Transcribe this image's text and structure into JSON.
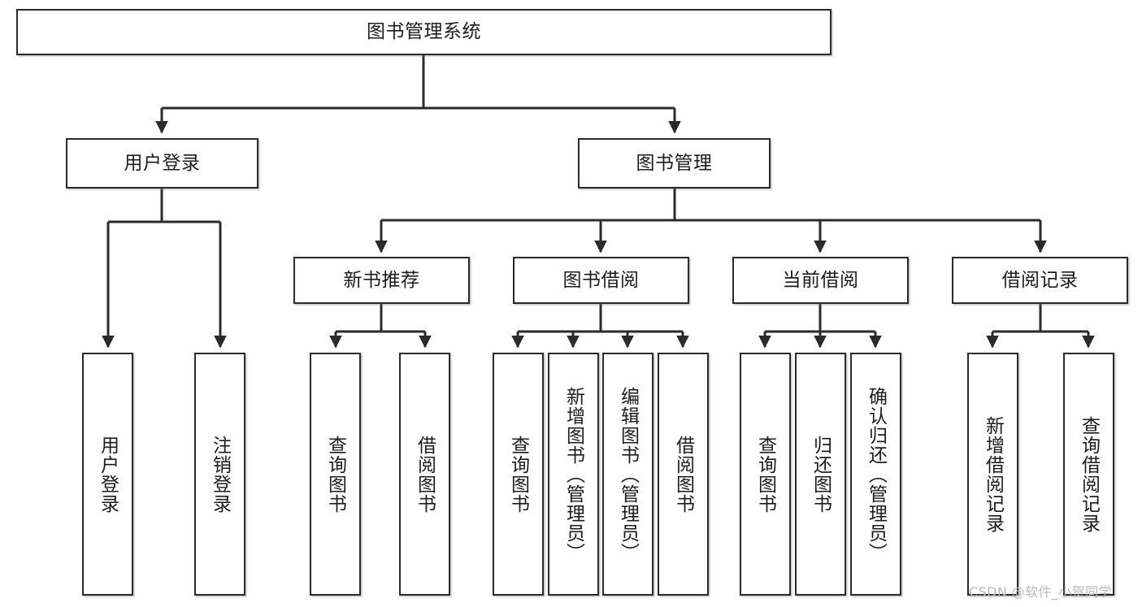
{
  "diagram": {
    "type": "tree-hierarchy",
    "title": "图书管理系统",
    "watermark": "CSDN @软件_小贺同学",
    "colors": {
      "stroke": "#2b2b2b",
      "fill": "#ffffff",
      "text": "#1c1c1c",
      "watermark": "#b9b9b9"
    },
    "nodes": {
      "root": {
        "label": "图书管理系统",
        "level": 1,
        "orientation": "horizontal"
      },
      "l2": [
        {
          "id": "user-login",
          "label": "用户登录",
          "level": 2,
          "orientation": "horizontal"
        },
        {
          "id": "book-manage",
          "label": "图书管理",
          "level": 2,
          "orientation": "horizontal"
        }
      ],
      "l3": [
        {
          "id": "new-book-recommend",
          "label": "新书推荐",
          "level": 3,
          "orientation": "horizontal",
          "parent": "book-manage"
        },
        {
          "id": "book-borrow",
          "label": "图书借阅",
          "level": 3,
          "orientation": "horizontal",
          "parent": "book-manage"
        },
        {
          "id": "current-borrow",
          "label": "当前借阅",
          "level": 3,
          "orientation": "horizontal",
          "parent": "book-manage"
        },
        {
          "id": "borrow-record",
          "label": "借阅记录",
          "level": 3,
          "orientation": "horizontal",
          "parent": "book-manage"
        }
      ],
      "leaves": [
        {
          "id": "leaf-user-login",
          "label": "用户登录",
          "parent": "user-login",
          "orientation": "vertical"
        },
        {
          "id": "leaf-user-logout",
          "label": "注销登录",
          "parent": "user-login",
          "orientation": "vertical"
        },
        {
          "id": "leaf-query-book-1",
          "label": "查询图书",
          "parent": "new-book-recommend",
          "orientation": "vertical"
        },
        {
          "id": "leaf-borrow-book-1",
          "label": "借阅图书",
          "parent": "new-book-recommend",
          "orientation": "vertical"
        },
        {
          "id": "leaf-query-book-2",
          "label": "查询图书",
          "parent": "book-borrow",
          "orientation": "vertical"
        },
        {
          "id": "leaf-add-book",
          "label": "新增图书（管理员）",
          "parent": "book-borrow",
          "orientation": "vertical"
        },
        {
          "id": "leaf-edit-book",
          "label": "编辑图书（管理员）",
          "parent": "book-borrow",
          "orientation": "vertical"
        },
        {
          "id": "leaf-borrow-book-2",
          "label": "借阅图书",
          "parent": "book-borrow",
          "orientation": "vertical"
        },
        {
          "id": "leaf-query-book-3",
          "label": "查询图书",
          "parent": "current-borrow",
          "orientation": "vertical"
        },
        {
          "id": "leaf-return-book",
          "label": "归还图书",
          "parent": "current-borrow",
          "orientation": "vertical"
        },
        {
          "id": "leaf-confirm-return",
          "label": "确认归还（管理员）",
          "parent": "current-borrow",
          "orientation": "vertical"
        },
        {
          "id": "leaf-add-record",
          "label": "新增借阅记录",
          "parent": "borrow-record",
          "orientation": "vertical"
        },
        {
          "id": "leaf-query-record",
          "label": "查询借阅记录",
          "parent": "borrow-record",
          "orientation": "vertical"
        }
      ]
    }
  }
}
